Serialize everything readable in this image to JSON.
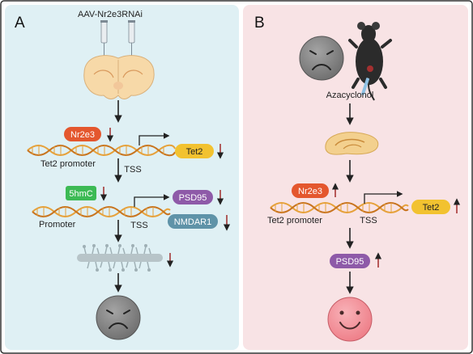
{
  "panel_a": {
    "letter": "A",
    "injection_label": "AAV-Nr2e3RNAi",
    "nr2e3": "Nr2e3",
    "tet2": "Tet2",
    "tet2_promoter": "Tet2 promoter",
    "tss_1": "TSS",
    "fivehmc": "5hmC",
    "psd95": "PSD95",
    "nmdar1": "NMDAR1",
    "promoter": "Promoter",
    "tss_2": "TSS"
  },
  "panel_b": {
    "letter": "B",
    "drug": "Azacyclonol",
    "nr2e3": "Nr2e3",
    "tet2": "Tet2",
    "tet2_promoter": "Tet2 promoter",
    "tss": "TSS",
    "psd95": "PSD95"
  },
  "colors": {
    "panel_a_bg": "#dff0f4",
    "panel_b_bg": "#f8e3e5",
    "nr2e3": "#e4572e",
    "tet2": "#f2c230",
    "fivehmc": "#3cba54",
    "psd95": "#8e5aa8",
    "nmdar1": "#5f93a8",
    "down_arrow": "#9b1c1c",
    "dna": "#e6a13a"
  },
  "icons": [
    "brain-section-icon",
    "syringe-icon",
    "dna-helix-icon",
    "sad-face-icon",
    "mouse-icon",
    "hippocampus-icon",
    "neuron-dendrite-icon",
    "happy-face-icon"
  ]
}
